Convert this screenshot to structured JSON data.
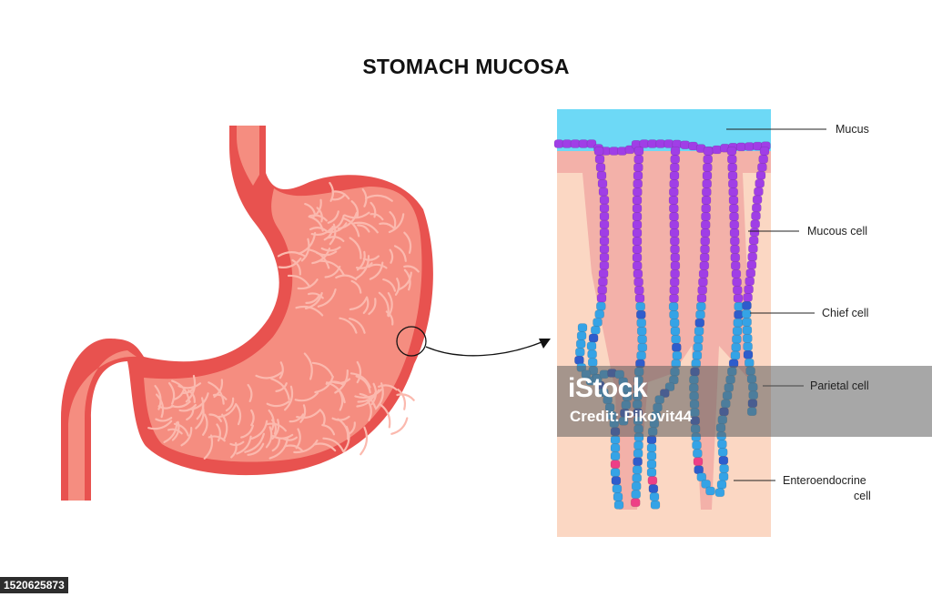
{
  "title": "STOMACH MUCOSA",
  "labels": {
    "mucus": "Mucus",
    "mucous_cell": "Mucous cell",
    "chief_cell": "Chief cell",
    "parietal_cell": "Parietal cell",
    "enteroendocrine_line1": "Enteroendocrine",
    "enteroendocrine_line2": "cell"
  },
  "watermark": {
    "logo": "iStock",
    "credit": "Credit: Pikovit44"
  },
  "stock_id": "1520625873",
  "colors": {
    "stomach_outline": "#e8524f",
    "stomach_fill": "#f58d80",
    "mucus": "#6dd9f6",
    "tissue": "#fbd7c3",
    "mucous_cell": "#a03ee6",
    "chief_cell": "#35a3e6",
    "parietal_cell": "#2f5ccc",
    "enteroendocrine_cell": "#ee3f86"
  }
}
